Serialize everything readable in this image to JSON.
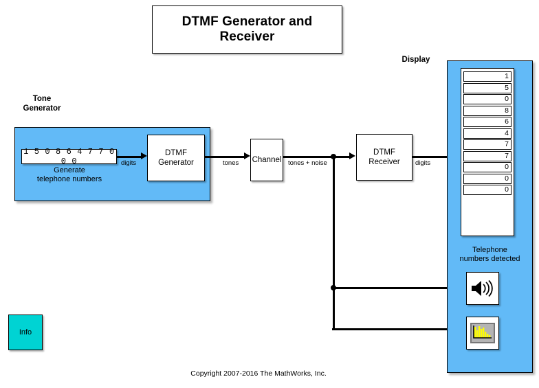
{
  "title": {
    "text": "DTMF Generator and Receiver"
  },
  "groups": {
    "tone_generator_caption": "Tone\nGenerator",
    "display_caption": "Display"
  },
  "tone_generator": {
    "digits_value": "1 5 0 8 6 4 7 7 0 0 0",
    "source_label": "Generate\ntelephone numbers",
    "generator_block_label": "DTMF\nGenerator"
  },
  "channel": {
    "block_label": "Channel"
  },
  "receiver": {
    "block_label": "DTMF\nReceiver"
  },
  "display": {
    "detected_label": "Telephone\nnumbers detected",
    "detected_digits": [
      "1",
      "5",
      "0",
      "8",
      "6",
      "4",
      "7",
      "7",
      "0",
      "0",
      "0"
    ],
    "audio_icon_name": "speaker-icon",
    "scope_icon_name": "spectrum-scope-icon"
  },
  "signal_labels": {
    "digits_out": "digits",
    "tones": "tones",
    "tones_plus_noise": "tones + noise",
    "digits_detected": "digits"
  },
  "info": {
    "label": "Info"
  },
  "footer": {
    "copyright": "Copyright 2007-2016 The MathWorks, Inc."
  },
  "colors": {
    "subsystem_blue": "#62baf7",
    "info_cyan": "#00d3d3",
    "scope_screen": "#b4b4b4",
    "scope_bars": "#ffff00",
    "line_black": "#000000",
    "block_white": "#ffffff"
  }
}
